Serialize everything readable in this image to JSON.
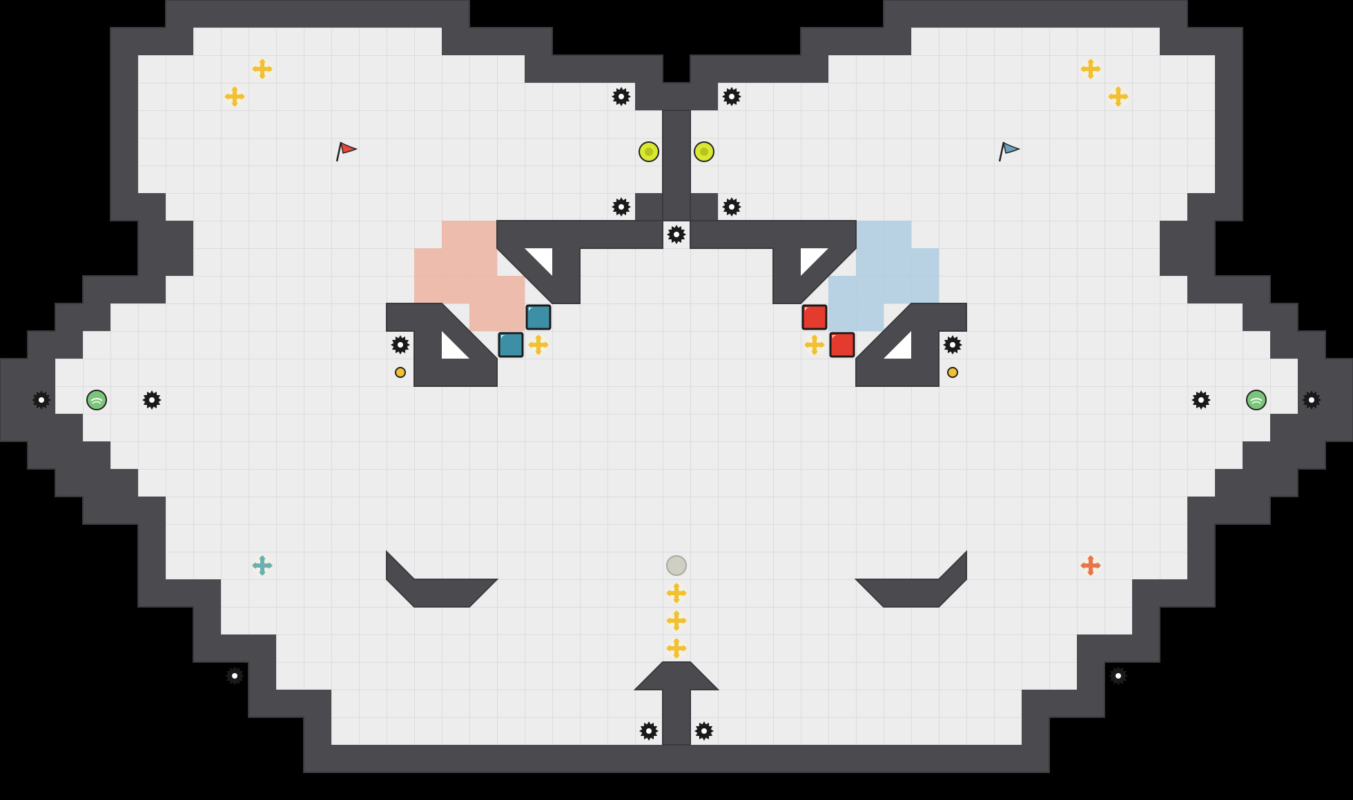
{
  "level": {
    "grid": {
      "cols": 49,
      "rows": 29,
      "floor_color": "#ededee",
      "grid_color": "#d6d6d8",
      "wall_color": "#4a4a4f",
      "wall_edge_color": "#3a3a3e",
      "background": "#000000"
    },
    "teams": {
      "red": {
        "flag_color": "#e8473a",
        "zone_color": "#ecb3a0",
        "block_color": "#e53a2e",
        "bumper_color": "#e8744a"
      },
      "blue": {
        "flag_color": "#6aa0c0",
        "zone_color": "#aecbe0",
        "block_color": "#3d8fa6",
        "bumper_color": "#6ab0b0"
      }
    },
    "entity_colors": {
      "boost": "#f2c030",
      "bouncer": "#d9e830",
      "portal": "#7bc47b",
      "spike": "#1a1a1a",
      "bomb": "#f2c030",
      "neutral_ball": "#cfcfc4"
    },
    "flags": [
      {
        "id": "red-flag",
        "team": "red",
        "col": 12,
        "row": 5
      },
      {
        "id": "blue-flag",
        "team": "blue",
        "col": 36,
        "row": 5
      }
    ],
    "boosts": [
      {
        "col": 9,
        "row": 2,
        "team": "neutral"
      },
      {
        "col": 8,
        "row": 3,
        "team": "neutral"
      },
      {
        "col": 39,
        "row": 2,
        "team": "neutral"
      },
      {
        "col": 40,
        "row": 3,
        "team": "neutral"
      },
      {
        "col": 19,
        "row": 12,
        "team": "neutral"
      },
      {
        "col": 29,
        "row": 12,
        "team": "neutral"
      },
      {
        "col": 24,
        "row": 21,
        "team": "neutral"
      },
      {
        "col": 24,
        "row": 22,
        "team": "neutral"
      },
      {
        "col": 24,
        "row": 23,
        "team": "neutral"
      },
      {
        "col": 9,
        "row": 20,
        "team": "blue"
      },
      {
        "col": 39,
        "row": 20,
        "team": "red"
      }
    ],
    "spikes": [
      {
        "col": 22,
        "row": 3
      },
      {
        "col": 26,
        "row": 3
      },
      {
        "col": 22,
        "row": 7
      },
      {
        "col": 26,
        "row": 7
      },
      {
        "col": 24,
        "row": 8
      },
      {
        "col": 14,
        "row": 12
      },
      {
        "col": 34,
        "row": 12
      },
      {
        "col": 1,
        "row": 14
      },
      {
        "col": 5,
        "row": 14
      },
      {
        "col": 43,
        "row": 14
      },
      {
        "col": 47,
        "row": 14
      },
      {
        "col": 8,
        "row": 24
      },
      {
        "col": 40,
        "row": 24
      },
      {
        "col": 23,
        "row": 26
      },
      {
        "col": 25,
        "row": 26
      }
    ],
    "bouncers": [
      {
        "col": 23,
        "row": 5
      },
      {
        "col": 25,
        "row": 5
      }
    ],
    "portals": [
      {
        "col": 3,
        "row": 14
      },
      {
        "col": 45,
        "row": 14
      }
    ],
    "bombs": [
      {
        "col": 14,
        "row": 13
      },
      {
        "col": 34,
        "row": 13
      }
    ],
    "neutral_balls": [
      {
        "col": 24,
        "row": 20
      }
    ],
    "blocks": [
      {
        "col": 19,
        "row": 11,
        "team": "blue"
      },
      {
        "col": 18,
        "row": 12,
        "team": "blue"
      },
      {
        "col": 29,
        "row": 11,
        "team": "red"
      },
      {
        "col": 30,
        "row": 12,
        "team": "red"
      }
    ],
    "zones": {
      "red": [
        [
          16,
          8
        ],
        [
          17,
          8
        ],
        [
          15,
          9
        ],
        [
          16,
          9
        ],
        [
          17,
          9
        ],
        [
          15,
          10
        ],
        [
          16,
          10
        ],
        [
          17,
          10
        ],
        [
          18,
          10
        ],
        [
          17,
          11
        ],
        [
          18,
          11
        ]
      ],
      "blue": [
        [
          31,
          8
        ],
        [
          32,
          8
        ],
        [
          31,
          9
        ],
        [
          32,
          9
        ],
        [
          33,
          9
        ],
        [
          30,
          10
        ],
        [
          31,
          10
        ],
        [
          32,
          10
        ],
        [
          33,
          10
        ],
        [
          30,
          11
        ],
        [
          31,
          11
        ]
      ]
    }
  }
}
